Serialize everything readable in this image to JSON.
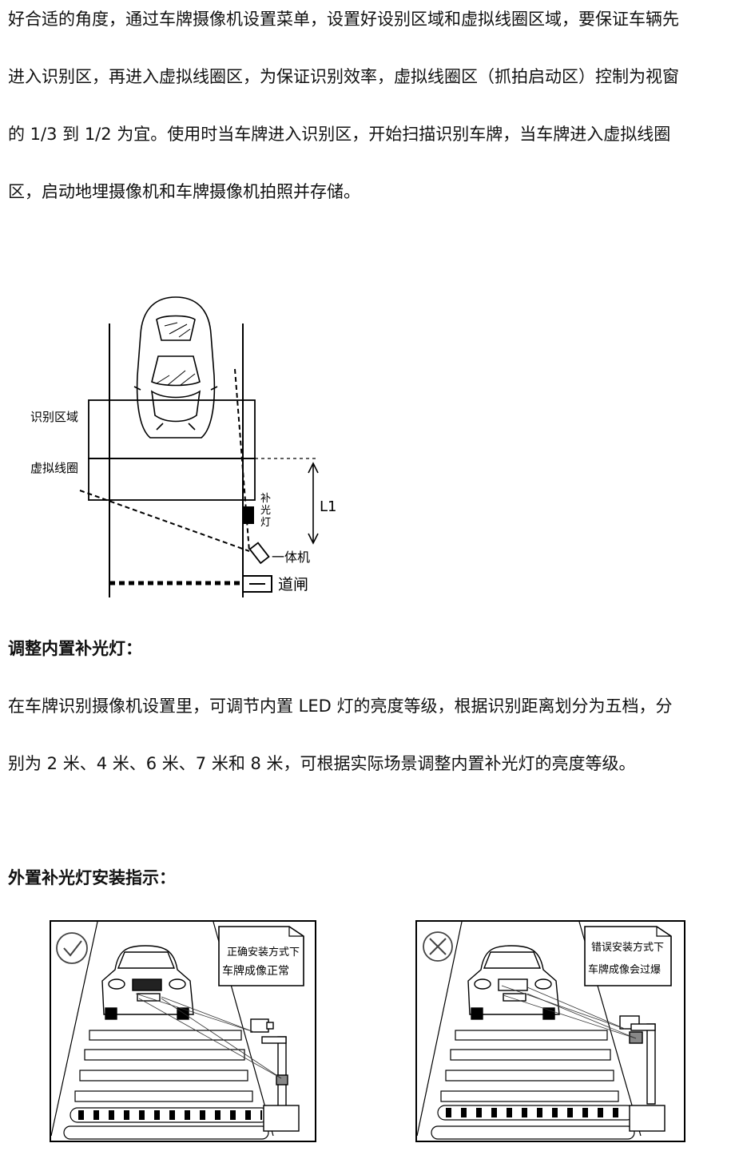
{
  "intro": {
    "lines": [
      "好合适的角度，通过车牌摄像机设置菜单，设置好设别区域和虚拟线圈区域，要保证车辆先",
      "进入识别区，再进入虚拟线圈区，为保证识别效率，虚拟线圈区（抓拍启动区）控制为视窗",
      "的 1/3 到 1/2 为宜。使用时当车牌进入识别区，开始扫描识别车牌，当车牌进入虚拟线圈",
      "区，启动地埋摄像机和车牌摄像机拍照并存储。"
    ]
  },
  "diagram": {
    "recognition_zone_label": "识别区域",
    "virtual_loop_label": "虚拟线圈",
    "fill_light_label": [
      "补",
      "光",
      "灯"
    ],
    "camera_label": "一体机",
    "distance_label": "L1",
    "barrier_label": "道闸"
  },
  "section_builtin": {
    "heading": "调整内置补光灯：",
    "lines": [
      "在车牌识别摄像机设置里，可调节内置 LED 灯的亮度等级，根据识别距离划分为五档，分",
      "别为 2 米、4 米、6 米、7 米和 8 米，可根据实际场景调整内置补光灯的亮度等级。"
    ]
  },
  "section_external": {
    "heading": "外置补光灯安装指示："
  },
  "panels": [
    {
      "status": "correct",
      "icon": "check-circle-icon",
      "caption_lines": [
        "正确安装方式下",
        "车牌成像正常"
      ]
    },
    {
      "status": "wrong",
      "icon": "x-circle-icon",
      "caption_lines": [
        "错误安装方式下",
        "车牌成像会过爆"
      ]
    }
  ]
}
